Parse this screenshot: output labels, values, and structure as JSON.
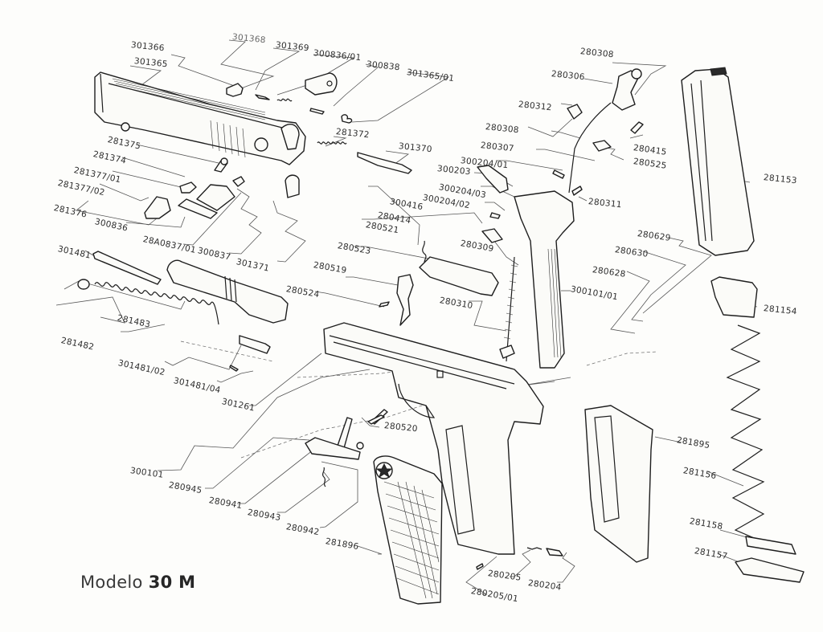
{
  "title": {
    "model_prefix": "Modelo",
    "model_number": "30 M"
  },
  "parts": {
    "p301366": "301366",
    "p301365": "301365",
    "p301368": "301368",
    "p301369": "301369",
    "p300836_01": "300836/01",
    "p300838": "300838",
    "p301365_01": "301365/01",
    "p281372": "281372",
    "p301370": "301370",
    "p281375": "281375",
    "p281374": "281374",
    "p281377_01": "281377/01",
    "p281377_02": "281377/02",
    "p281376": "281376",
    "p300836": "300836",
    "p280837_01": "28A0837/01",
    "p300837": "300837",
    "p301371": "301371",
    "p301481": "301481",
    "p281483": "281483",
    "p281482": "281482",
    "p301481_02": "301481/02",
    "p301481_04": "301481/04",
    "p301261": "301261",
    "p280308a": "280308",
    "p280306": "280306",
    "p280312": "280312",
    "p280308b": "280308",
    "p280307": "280307",
    "p300204_01": "300204/01",
    "p300203": "300203",
    "p300204_03": "300204/03",
    "p300204_02": "300204/02",
    "p300416": "300416",
    "p280414": "280414",
    "p280521": "280521",
    "p280523": "280523",
    "p280519": "280519",
    "p280524": "280524",
    "p280309": "280309",
    "p280310": "280310",
    "p300101_01": "300101/01",
    "p280415": "280415",
    "p280525": "280525",
    "p280311": "280311",
    "p281153": "281153",
    "p280629": "280629",
    "p280630": "280630",
    "p280628": "280628",
    "p281154": "281154",
    "p281895": "281895",
    "p281156": "281156",
    "p281158": "281158",
    "p281157": "281157",
    "p280520": "280520",
    "p300101": "300101",
    "p280945": "280945",
    "p280941": "280941",
    "p280943": "280943",
    "p280942": "280942",
    "p281896": "281896",
    "p280205": "280205",
    "p280204": "280204",
    "p280205_01": "280205/01"
  }
}
